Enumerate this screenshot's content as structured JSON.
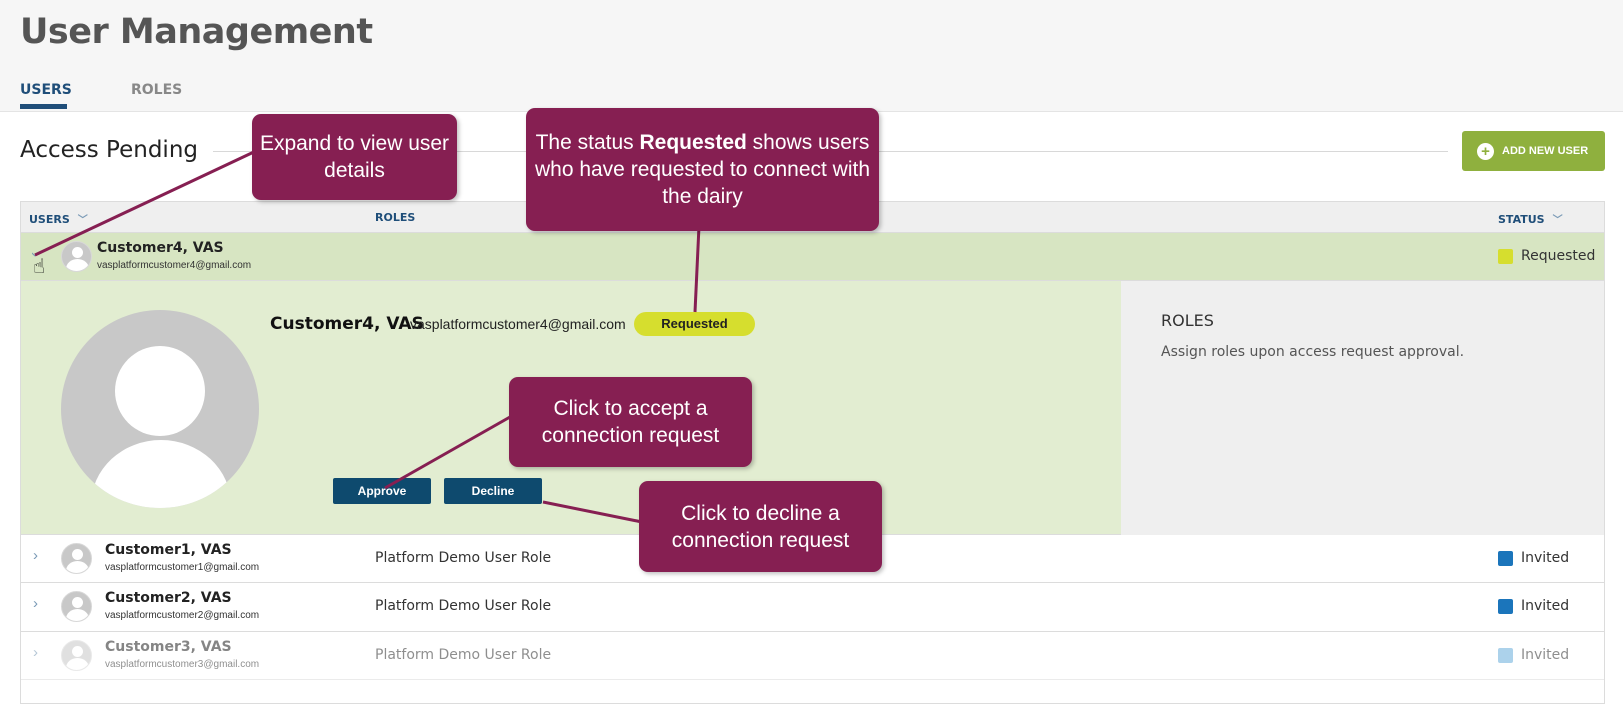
{
  "header": {
    "title": "User Management",
    "tabs": [
      {
        "label": "USERS"
      },
      {
        "label": "ROLES"
      }
    ]
  },
  "section": {
    "title": "Access Pending",
    "add_button_label": "ADD NEW USER"
  },
  "table": {
    "columns": {
      "users": "USERS",
      "roles": "ROLES",
      "status": "STATUS"
    },
    "rows": [
      {
        "name": "Customer4, VAS",
        "email": "vasplatformcustomer4@gmail.com",
        "role": "",
        "status": "Requested",
        "status_color": "#d6de2e"
      },
      {
        "name": "Customer1, VAS",
        "email": "vasplatformcustomer1@gmail.com",
        "role": "Platform Demo User Role",
        "status": "Invited",
        "status_color": "#1b75bb"
      },
      {
        "name": "Customer2, VAS",
        "email": "vasplatformcustomer2@gmail.com",
        "role": "Platform Demo User Role",
        "status": "Invited",
        "status_color": "#1b75bb"
      },
      {
        "name": "Customer3, VAS",
        "email": "vasplatformcustomer3@gmail.com",
        "role": "Platform Demo User Role",
        "status": "Invited",
        "status_color": "#6aaedb"
      }
    ]
  },
  "details": {
    "name": "Customer4, VAS",
    "email": "vasplatformcustomer4@gmail.com",
    "badge": "Requested",
    "approve_label": "Approve",
    "decline_label": "Decline",
    "roles_title": "ROLES",
    "roles_subtitle": "Assign roles upon access request approval."
  },
  "callouts": {
    "expand": "Expand to view user details",
    "status_prefix": "The status ",
    "status_bold": "Requested",
    "status_suffix": " shows users who have requested to connect with the dairy",
    "accept": "Click to accept a connection request",
    "decline": "Click to decline a connection request"
  },
  "colors": {
    "primary": "#1f4e79",
    "accent_green": "#8fb03e",
    "callout": "#861f52",
    "selected_row": "#d7e5c2"
  }
}
